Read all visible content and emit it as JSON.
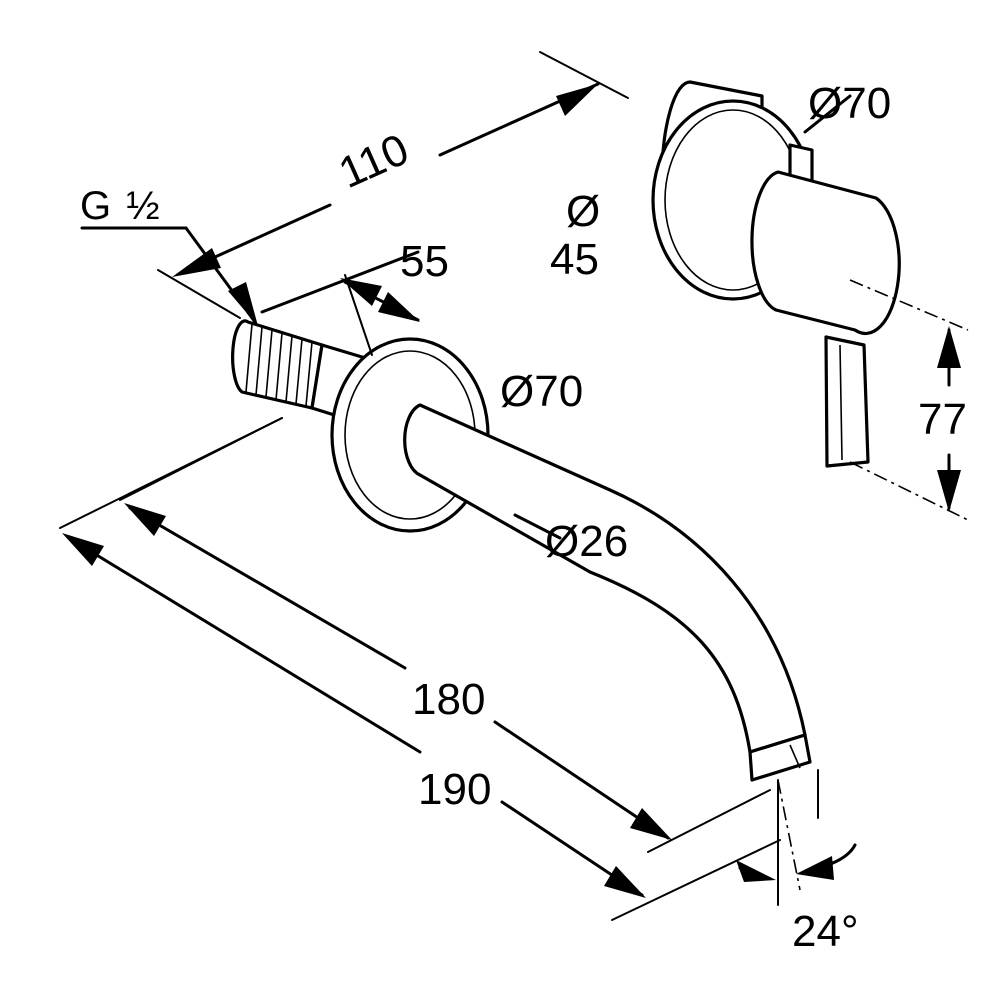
{
  "labels": {
    "thread": "G ½",
    "total_depth": "110",
    "thread_length": "55",
    "rosette_spout_diameter": "Ø70",
    "spout_diameter": "Ø26",
    "spout_reach_inner": "180",
    "spout_reach_outer": "190",
    "outlet_angle": "24°",
    "rosette_mixer_diameter": "Ø70",
    "mixer_body_diameter_symbol": "Ø",
    "mixer_body_diameter_value": "45",
    "lever_height": "77"
  }
}
